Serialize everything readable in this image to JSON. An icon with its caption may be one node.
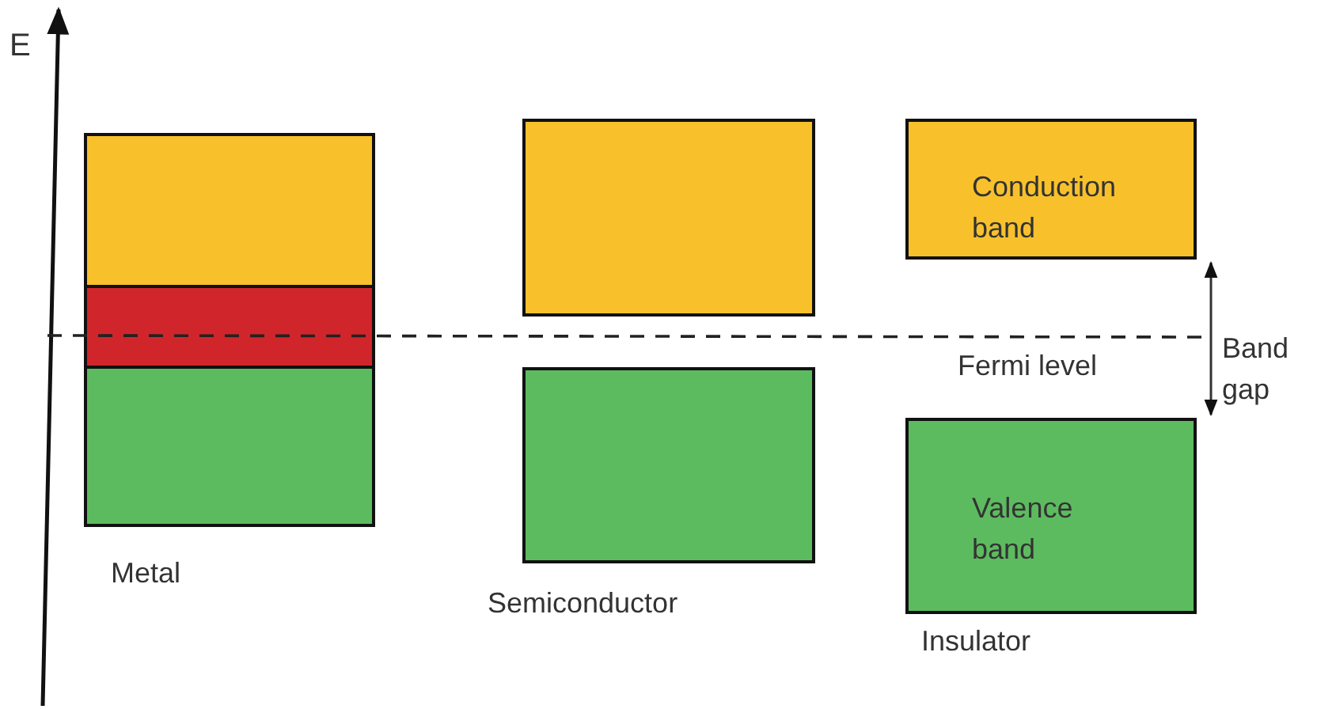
{
  "diagram": {
    "nodes": [
      {
        "text": [],
        "shape": "box"
      },
      {
        "text": [],
        "shape": "box"
      },
      {
        "text": [],
        "shape": "box"
      },
      {
        "text": [],
        "shape": "box"
      },
      {
        "text": [],
        "shape": "box"
      },
      {
        "text": [
          "Conduction band"
        ]
      },
      {
        "text": [
          "Valence band"
        ]
      }
    ],
    "edges": [
      {
        "from": 5,
        "to": 6,
        "arrow": "both"
      }
    ],
    "labels": [
      "E",
      "Metal",
      "Semiconductor",
      "Fermi level",
      "Band gap",
      "Insulator"
    ]
  }
}
